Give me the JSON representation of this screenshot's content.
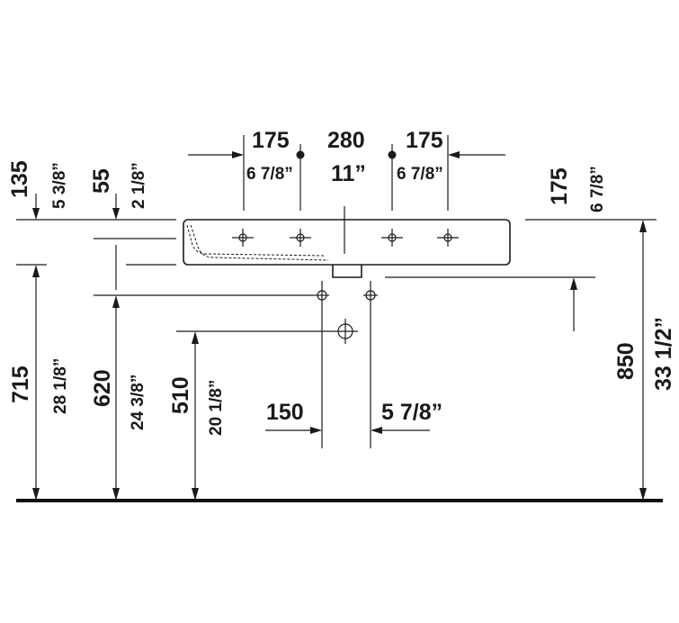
{
  "top": {
    "left_mm": "175",
    "left_in": "6 7/8”",
    "center_mm": "280",
    "center_in": "11”",
    "right_mm": "175",
    "right_in": "6 7/8”"
  },
  "left_dims": {
    "d135_mm": "135",
    "d135_in": "5 3/8”",
    "d55_mm": "55",
    "d55_in": "2 1/8”",
    "d715_mm": "715",
    "d715_in": "28 1/8”",
    "d620_mm": "620",
    "d620_in": "24 3/8”",
    "d510_mm": "510",
    "d510_in": "20 1/8”"
  },
  "right_dims": {
    "d175_mm": "175",
    "d175_in": "6 7/8”",
    "d850_mm": "850",
    "d850_in": "33 1/2”"
  },
  "bottom": {
    "d150_mm": "150",
    "d150_in": "5 7/8”"
  }
}
